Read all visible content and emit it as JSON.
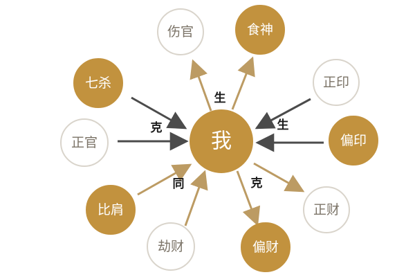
{
  "colors": {
    "filled": "#c2923e",
    "outline": "#d9d4cb",
    "label_dark": "#7b7367",
    "label_light": "#ffffff",
    "arrow_tan": "#bc9b63",
    "arrow_gray": "#4b4b4b",
    "edge_text": "#1a1a1a"
  },
  "center": {
    "label": "我",
    "style": "filled"
  },
  "nodes": [
    {
      "id": "shangguan",
      "label": "伤官",
      "style": "outline"
    },
    {
      "id": "shishen",
      "label": "食神",
      "style": "filled"
    },
    {
      "id": "qisha",
      "label": "七杀",
      "style": "filled"
    },
    {
      "id": "zhengyin",
      "label": "正印",
      "style": "outline"
    },
    {
      "id": "zhengguan",
      "label": "正官",
      "style": "outline"
    },
    {
      "id": "pianyin",
      "label": "偏印",
      "style": "filled"
    },
    {
      "id": "bijian",
      "label": "比肩",
      "style": "filled"
    },
    {
      "id": "zhengcai",
      "label": "正财",
      "style": "outline"
    },
    {
      "id": "jiecai",
      "label": "劫财",
      "style": "outline"
    },
    {
      "id": "piancai",
      "label": "偏财",
      "style": "filled"
    }
  ],
  "edge_labels": {
    "sheng_top": "生",
    "sheng_right": "生",
    "ke_left": "克",
    "tong": "同",
    "ke_bottom": "克"
  }
}
